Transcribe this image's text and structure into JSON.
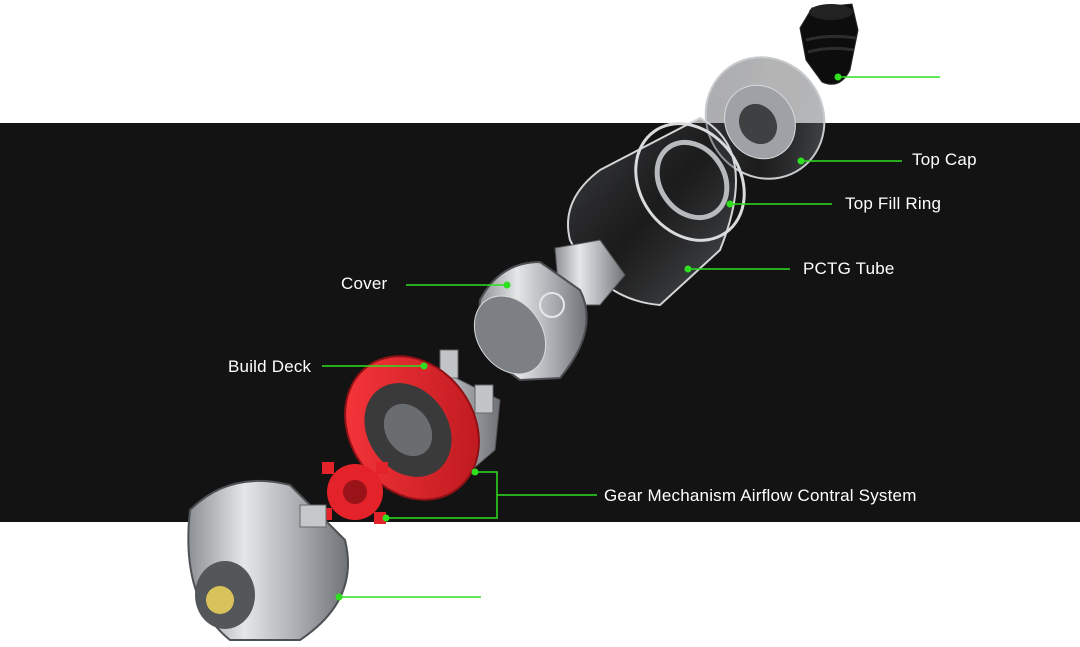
{
  "colors": {
    "band": "#131313",
    "leader": "#2ee01e",
    "label": "#ffffff",
    "gear_red": "#e8242b",
    "steel": "#b9bcbf"
  },
  "labels": {
    "top_cap": "Top Cap",
    "top_fill_ring": "Top Fill Ring",
    "pctg_tube": "PCTG Tube",
    "cover": "Cover",
    "build_deck": "Build Deck",
    "gear_mechanism": "Gear Mechanism Airflow Contral System"
  }
}
